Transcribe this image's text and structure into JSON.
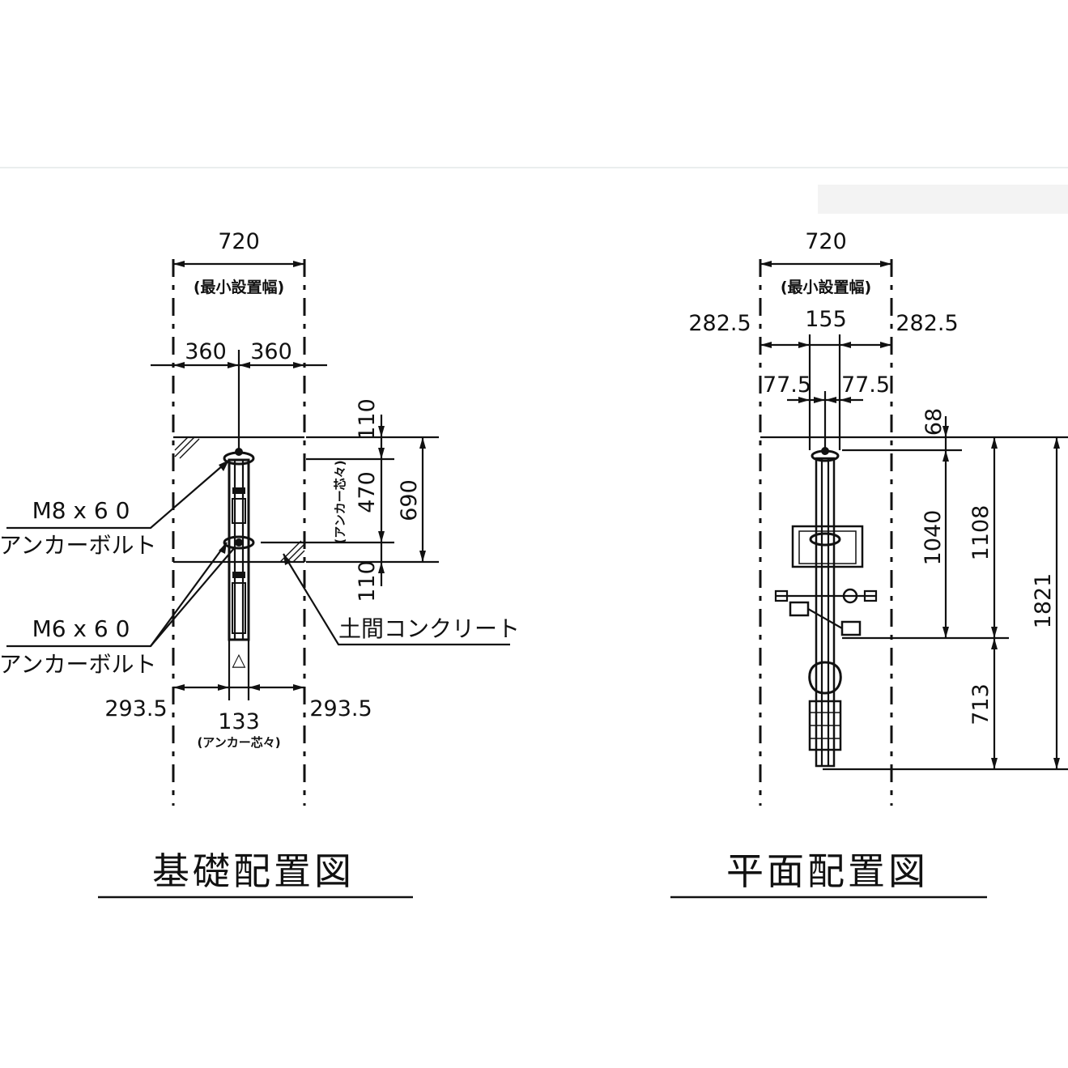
{
  "foundation": {
    "title": "基礎配置図",
    "min_width": "720",
    "min_width_note": "(最小設置幅)",
    "half_left": "360",
    "half_right": "360",
    "top_margin": "110",
    "anchor_spacing": "470",
    "anchor_spacing_note": "(アンカー芯々)",
    "overall_depth": "690",
    "bottom_margin": "110",
    "side_left": "293.5",
    "side_right": "293.5",
    "anchor_width": "133",
    "anchor_width_note": "(アンカー芯々)",
    "bolt_top_size": "M8 x 6 0",
    "bolt_top_name": "アンカーボルト",
    "bolt_bottom_size": "M6 x 6 0",
    "bolt_bottom_name": "アンカーボルト",
    "concrete_label": "土間コンクリート",
    "marker": "△"
  },
  "plan": {
    "title": "平面配置図",
    "min_width": "720",
    "min_width_note": "(最小設置幅)",
    "side_left": "282.5",
    "side_right": "282.5",
    "center_width": "155",
    "half_left": "77.5",
    "half_right": "77.5",
    "offset": "68",
    "rack_length": "1040",
    "front_length": "1108",
    "total_length": "1821",
    "rear_length": "713"
  }
}
